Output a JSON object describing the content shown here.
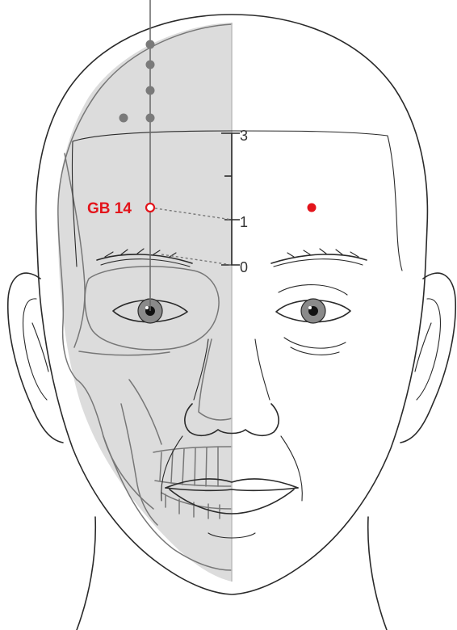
{
  "diagram": {
    "point_label": "GB 14",
    "scale_labels": {
      "top": "3",
      "middle": "1",
      "bottom": "0"
    },
    "colors": {
      "acupoint": "#e3141b",
      "skull_shade": "#dcdcdc",
      "guide_dots": "#7a7a7a",
      "outline": "#2a2a2a"
    }
  }
}
